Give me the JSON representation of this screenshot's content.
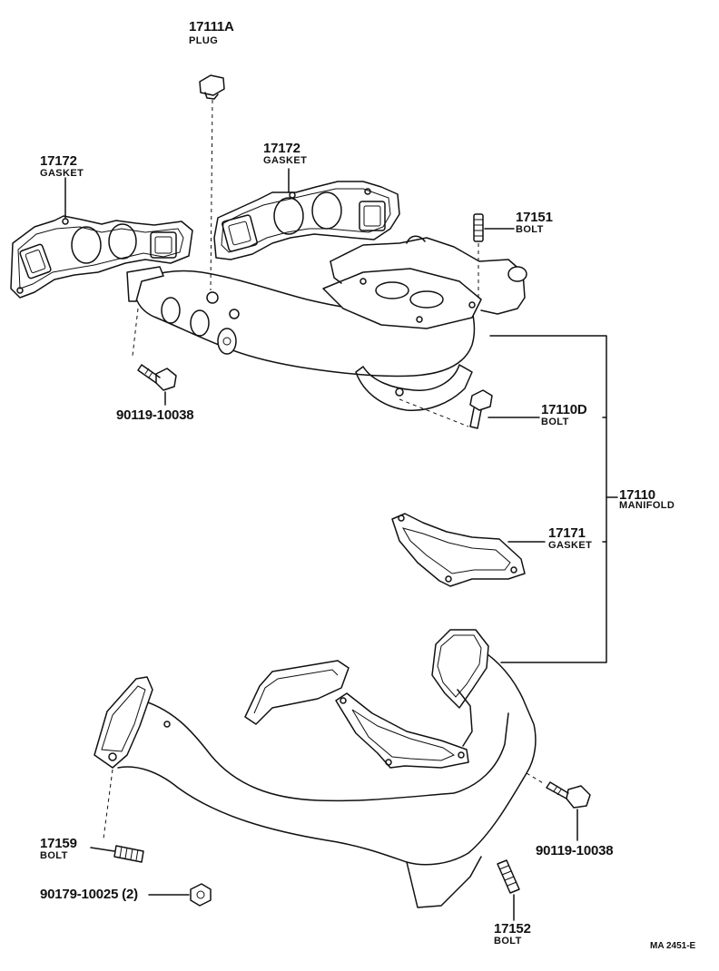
{
  "parts": {
    "plug": {
      "number": "17111A",
      "name": "PLUG"
    },
    "gasket_left": {
      "number": "17172",
      "name": "GASKET"
    },
    "gasket_center": {
      "number": "17172",
      "name": "GASKET"
    },
    "bolt_17151": {
      "number": "17151",
      "name": "BOLT"
    },
    "bolt_left_upper": {
      "number": "90119-10038"
    },
    "bolt_17110d": {
      "number": "17110D",
      "name": "BOLT"
    },
    "manifold": {
      "number": "17110",
      "name": "MANIFOLD"
    },
    "gasket_17171": {
      "number": "17171",
      "name": "GASKET"
    },
    "bolt_17159": {
      "number": "17159",
      "name": "BOLT"
    },
    "bolt_right_lower": {
      "number": "90119-10038"
    },
    "nut": {
      "number": "90179-10025 (2)"
    },
    "bolt_17152": {
      "number": "17152",
      "name": "BOLT"
    }
  },
  "reference": "MA  2451-E"
}
